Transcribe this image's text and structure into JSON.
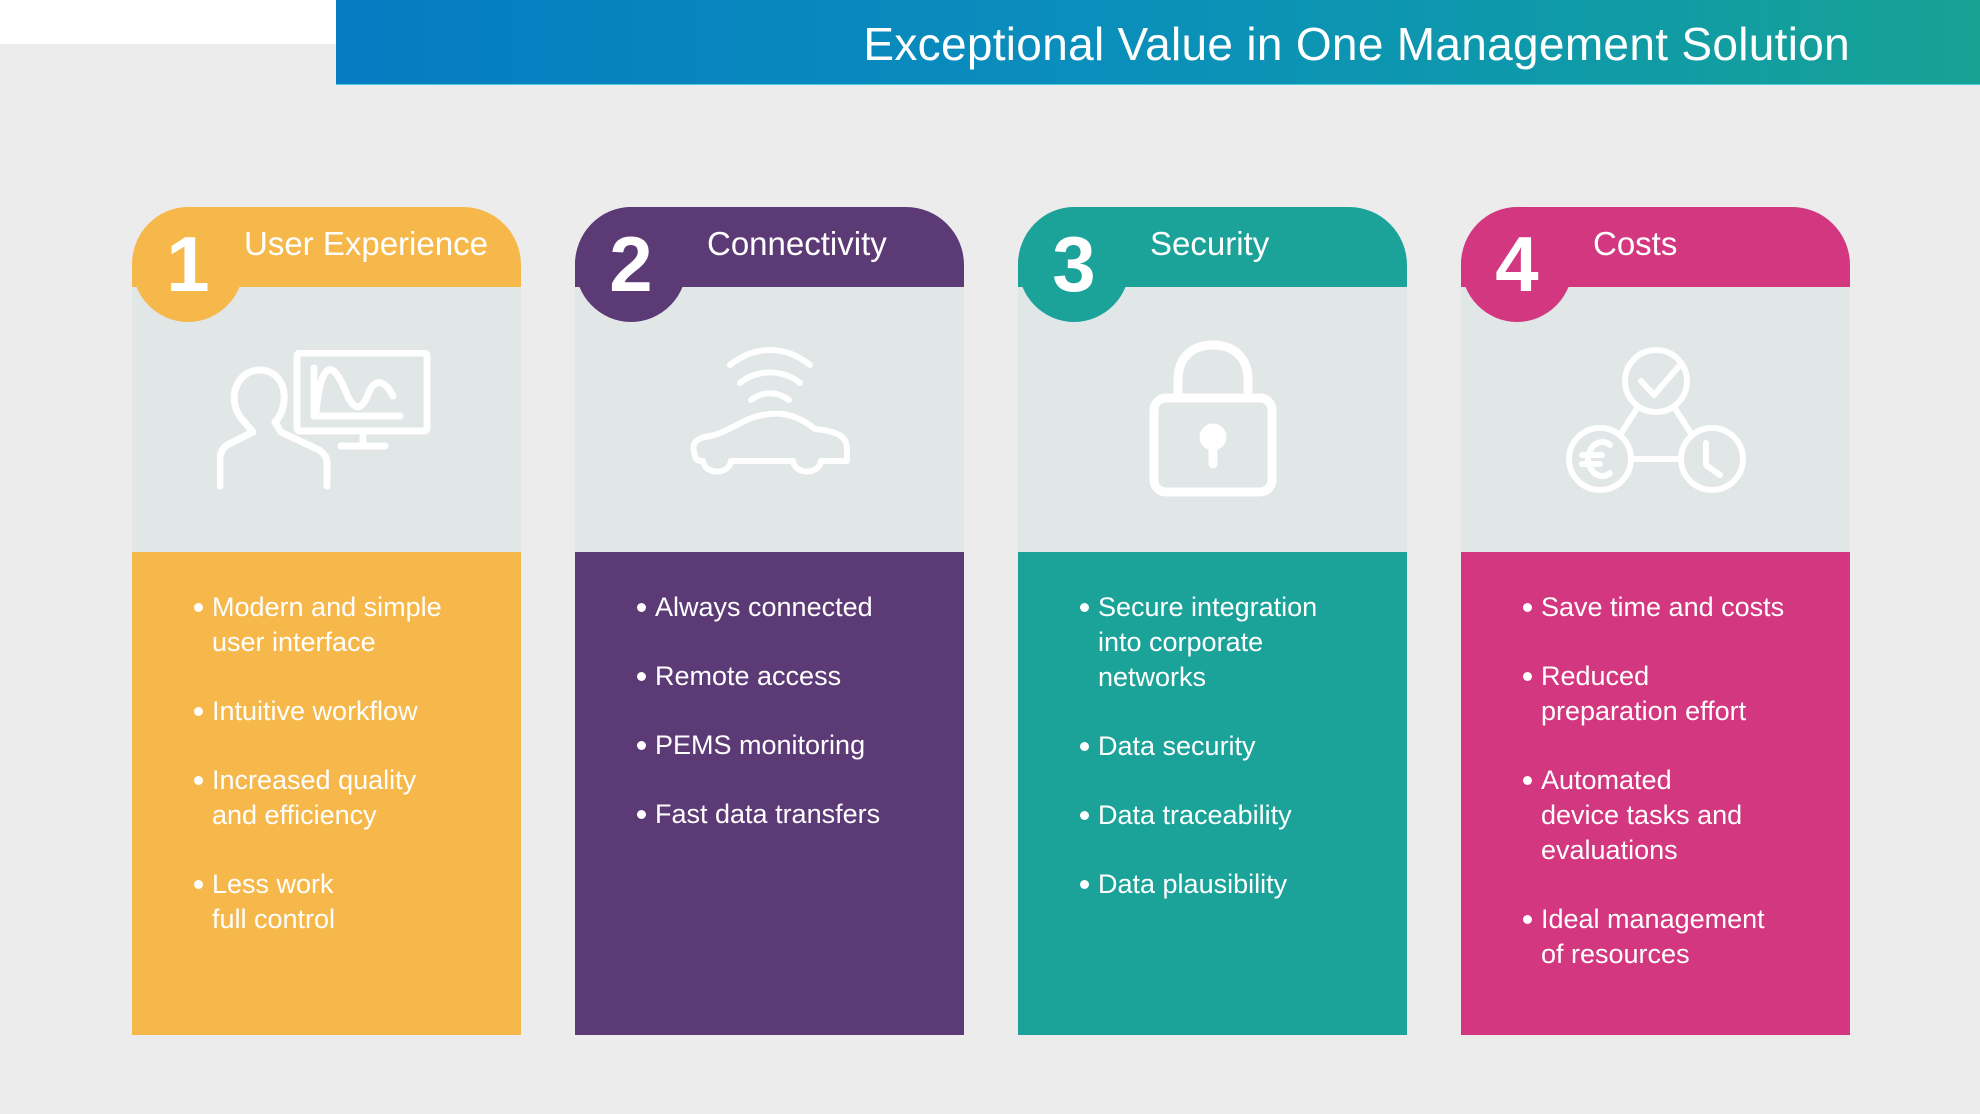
{
  "banner": {
    "title": "Exceptional Value in One Management Solution"
  },
  "cards": [
    {
      "number": "1",
      "title": "User Experience",
      "icon": "user-monitor-chart-icon",
      "color": "#f7b84b",
      "bullets": [
        "Modern and simple\nuser interface",
        "Intuitive workflow",
        "Increased quality\nand efficiency",
        "Less work\nfull control"
      ]
    },
    {
      "number": "2",
      "title": "Connectivity",
      "icon": "connected-car-icon",
      "color": "#5c3a76",
      "bullets": [
        "Always connected",
        "Remote access",
        "PEMS monitoring",
        "Fast data transfers"
      ]
    },
    {
      "number": "3",
      "title": "Security",
      "icon": "padlock-icon",
      "color": "#1ba39a",
      "bullets": [
        "Secure integration\ninto corporate\nnetworks",
        "Data security",
        "Data traceability",
        "Data plausibility"
      ]
    },
    {
      "number": "4",
      "title": "Costs",
      "icon": "cost-time-check-icon",
      "color": "#d3377f",
      "bullets": [
        "Save time and costs",
        "Reduced\npreparation effort",
        "Automated\ndevice tasks and\nevaluations",
        "Ideal management\nof resources"
      ]
    }
  ]
}
